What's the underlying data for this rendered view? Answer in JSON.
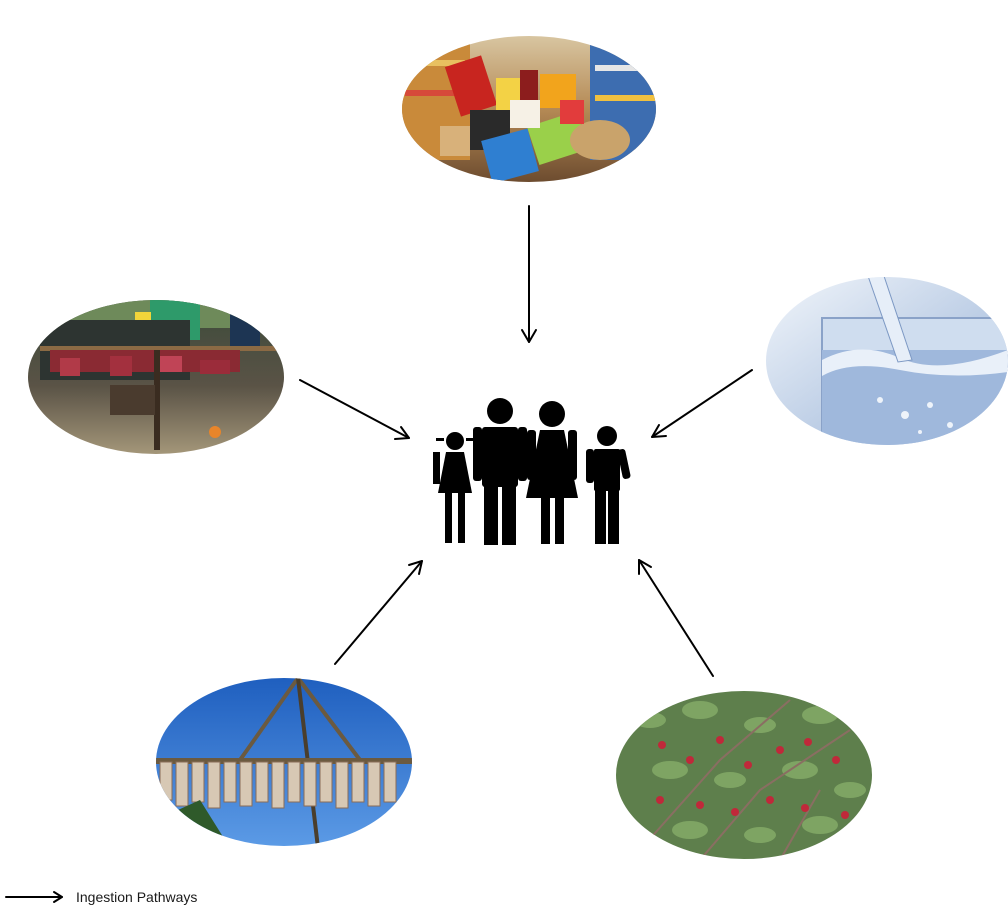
{
  "legend": {
    "label": "Ingestion Pathways",
    "symbol": "arrow-icon"
  },
  "center": {
    "icon": "family-icon",
    "color": "#000000"
  },
  "sources": [
    {
      "name": "grocery-store-photo",
      "depicts": "shopping cart of store-bought food in supermarket aisle"
    },
    {
      "name": "water-glass-photo",
      "depicts": "water being poured into a glass"
    },
    {
      "name": "berry-bush-photo",
      "depicts": "wild berry bush with red berries"
    },
    {
      "name": "drying-fish-rack-photo",
      "depicts": "fish hanging to dry on a wooden rack under blue sky"
    },
    {
      "name": "smoked-meat-camp-photo",
      "depicts": "meat drying over a fire at a tarp camp"
    }
  ],
  "arrow_color": "#000000"
}
